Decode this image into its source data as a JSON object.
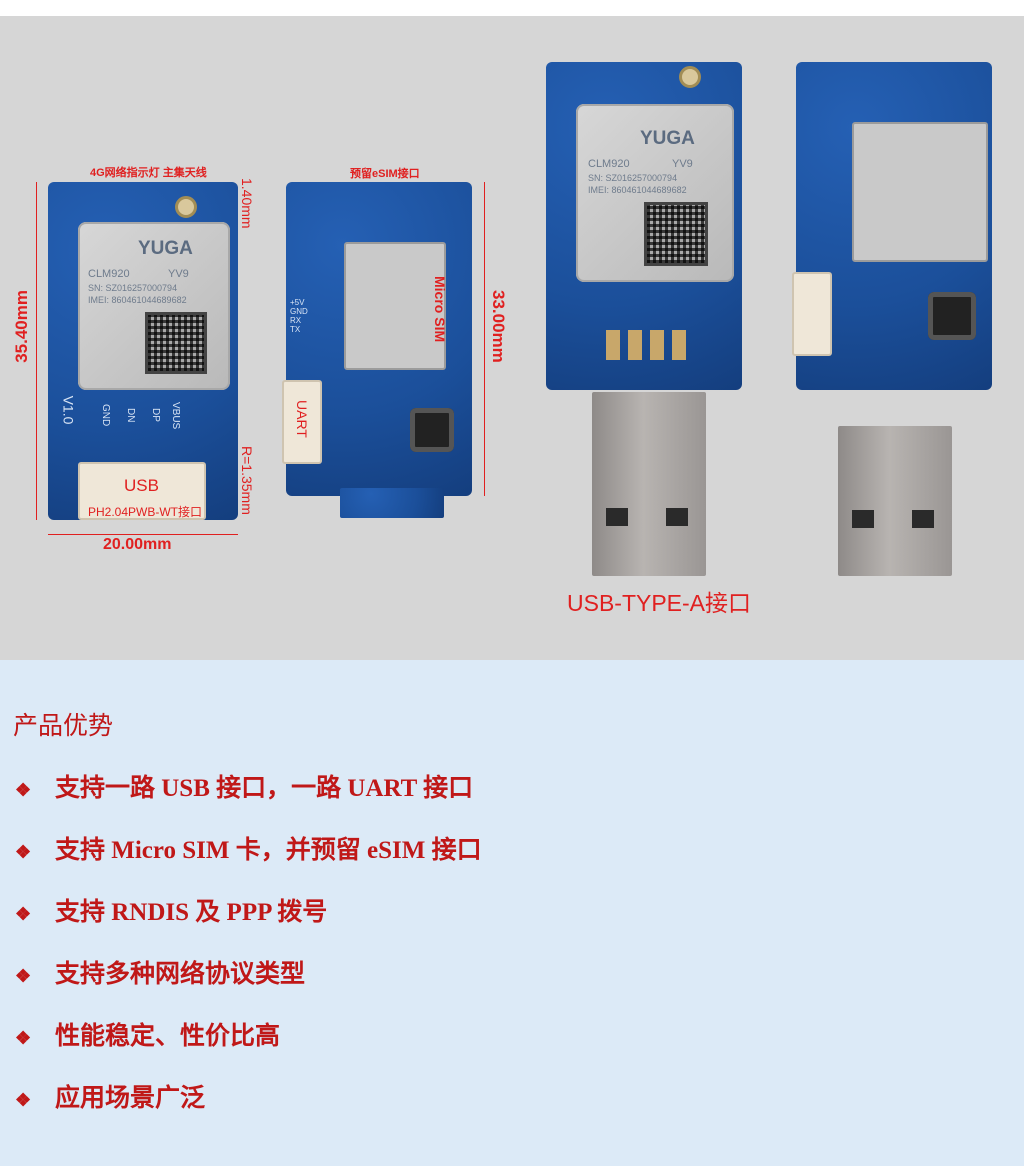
{
  "figure": {
    "labels": {
      "indicator_antenna": "4G网络指示灯  主集天线",
      "esim_reserved": "预留eSIM接口",
      "height_1": "35.40mm",
      "height_2": "33.00mm",
      "offset_top": "1.40mm",
      "radius": "R=1.35mm",
      "width": "20.00mm",
      "micro_sim": "Micro SIM",
      "uart": "UART",
      "usb": "USB",
      "ph_connector": "PH2.04PWB-WT接口",
      "usb_type_a": "USB-TYPE-A接口"
    },
    "module": {
      "brand": "YUGA",
      "model": "CLM920",
      "variant": "YV9",
      "sn": "SN: SZ016257000794",
      "imei": "IMEI: 860461044689682"
    },
    "board_marks": {
      "version": "V1.0",
      "pins": [
        "GND",
        "DN",
        "DP",
        "VBUS"
      ],
      "uart_pins": [
        "+5V",
        "GND",
        "RX",
        "TX"
      ]
    }
  },
  "features": {
    "title": "产品优势",
    "bullet": "❖",
    "items": [
      "支持一路 USB 接口，一路 UART 接口",
      "支持 Micro SIM 卡，并预留 eSIM 接口",
      "支持 RNDIS 及 PPP 拨号",
      "支持多种网络协议类型",
      "性能稳定、性价比高",
      "应用场景广泛"
    ]
  }
}
